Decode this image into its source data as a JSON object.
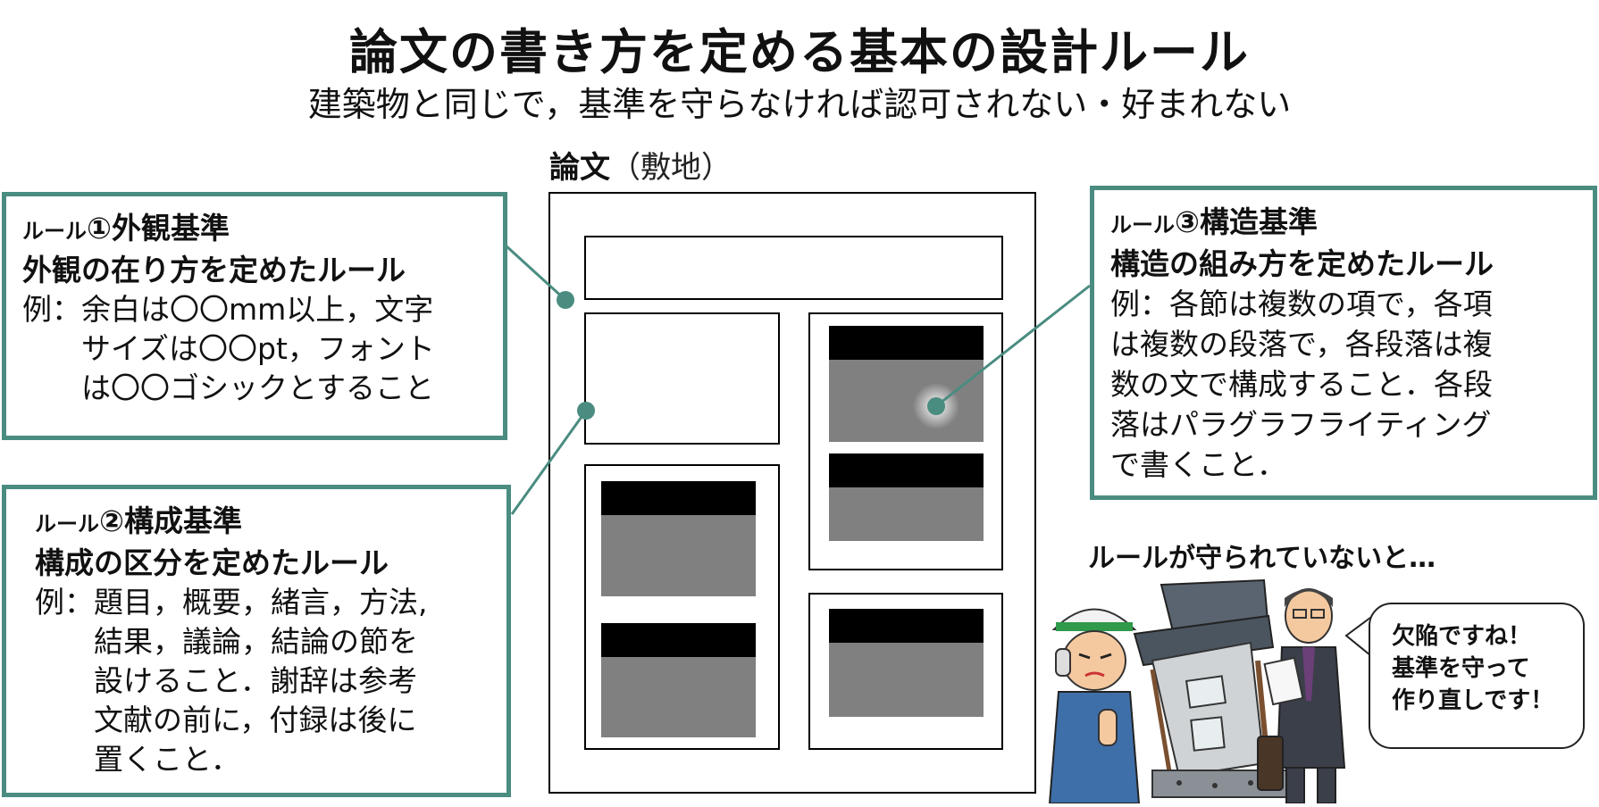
{
  "title": "論文の書き方を定める基本の設計ルール",
  "subtitle": "建築物と同じで，基準を守らなければ認可されない・好まれない",
  "document": {
    "label": "論文",
    "label_sub": "（敷地）"
  },
  "rule1": {
    "prefix": "ルール",
    "number": "①",
    "name": "外観基準",
    "summary": "外観の在り方を定めたルール",
    "example_label": "例：",
    "example_lines": [
      "余白は〇〇mm以上，文字",
      "サイズは〇〇pt，フォント",
      "は〇〇ゴシックとすること"
    ]
  },
  "rule2": {
    "prefix": "ルール",
    "number": "②",
    "name": "構成基準",
    "summary": "構成の区分を定めたルール",
    "example_label": "例：",
    "example_lines": [
      "題目，概要，緒言，方法,",
      "結果，議論，結論の節を",
      "設けること．謝辞は参考",
      "文献の前に，付録は後に",
      "置くこと．"
    ]
  },
  "rule3": {
    "prefix": "ルール",
    "number": "③",
    "name": "構造基準",
    "summary": "構造の組み方を定めたルール",
    "example_lines": [
      "例：各節は複数の項で，各項",
      "は複数の段落で，各段落は複",
      "数の文で構成すること．各段",
      "落はパラグラフライティング",
      "で書くこと．"
    ]
  },
  "warning": "ルールが守られていないと…",
  "speech_bubble": [
    "欠陥ですね！",
    "基準を守って",
    "作り直しです！"
  ],
  "colors": {
    "accent": "#4a8c80",
    "block_black": "#000000",
    "block_gray": "#808080"
  }
}
